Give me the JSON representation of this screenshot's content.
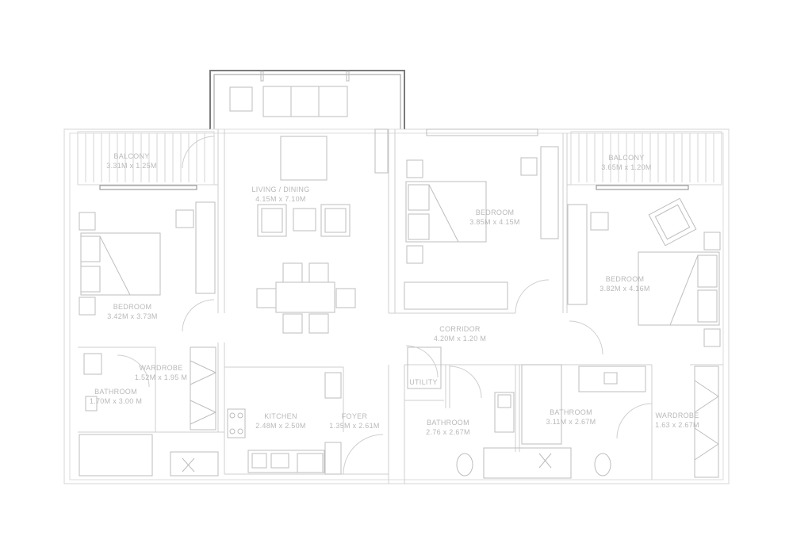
{
  "colors": {
    "wall": "#cfcfcf",
    "line": "#b5b5b5",
    "text": "#b9b9b9",
    "dark_frame": "#7a7a7a"
  },
  "rooms": [
    {
      "id": "balcony-left",
      "name": "BALCONY",
      "size": "3.31M x 1.25M"
    },
    {
      "id": "living-dining",
      "name": "LIVING / DINING",
      "size": "4.15M x 7.10M"
    },
    {
      "id": "bedroom-center",
      "name": "BEDROOM",
      "size": "3.85M x 4.15M"
    },
    {
      "id": "balcony-right",
      "name": "BALCONY",
      "size": "3.65M x 1.20M"
    },
    {
      "id": "bedroom-right",
      "name": "BEDROOM",
      "size": "3.82M x 4.16M"
    },
    {
      "id": "bedroom-left",
      "name": "BEDROOM",
      "size": "3.42M x 3.73M"
    },
    {
      "id": "corridor",
      "name": "CORRIDOR",
      "size": "4.20M x 1.20 M"
    },
    {
      "id": "wardrobe-left",
      "name": "WARDROBE",
      "size": "1.52M x 1.95 M"
    },
    {
      "id": "bathroom-left",
      "name": "BATHROOM",
      "size": "1.70M x 3.00 M"
    },
    {
      "id": "utility",
      "name": "UTILITY",
      "size": ""
    },
    {
      "id": "kitchen",
      "name": "KITCHEN",
      "size": "2.48M x 2.50M"
    },
    {
      "id": "foyer",
      "name": "FOYER",
      "size": "1.35M x 2.61M"
    },
    {
      "id": "bathroom-center",
      "name": "BATHROOM",
      "size": "2.76 x 2.67M"
    },
    {
      "id": "bathroom-right",
      "name": "BATHROOM",
      "size": "3.11M x 2.67M"
    },
    {
      "id": "wardrobe-right",
      "name": "WARDROBE",
      "size": "1.63 x 2.67M"
    }
  ]
}
